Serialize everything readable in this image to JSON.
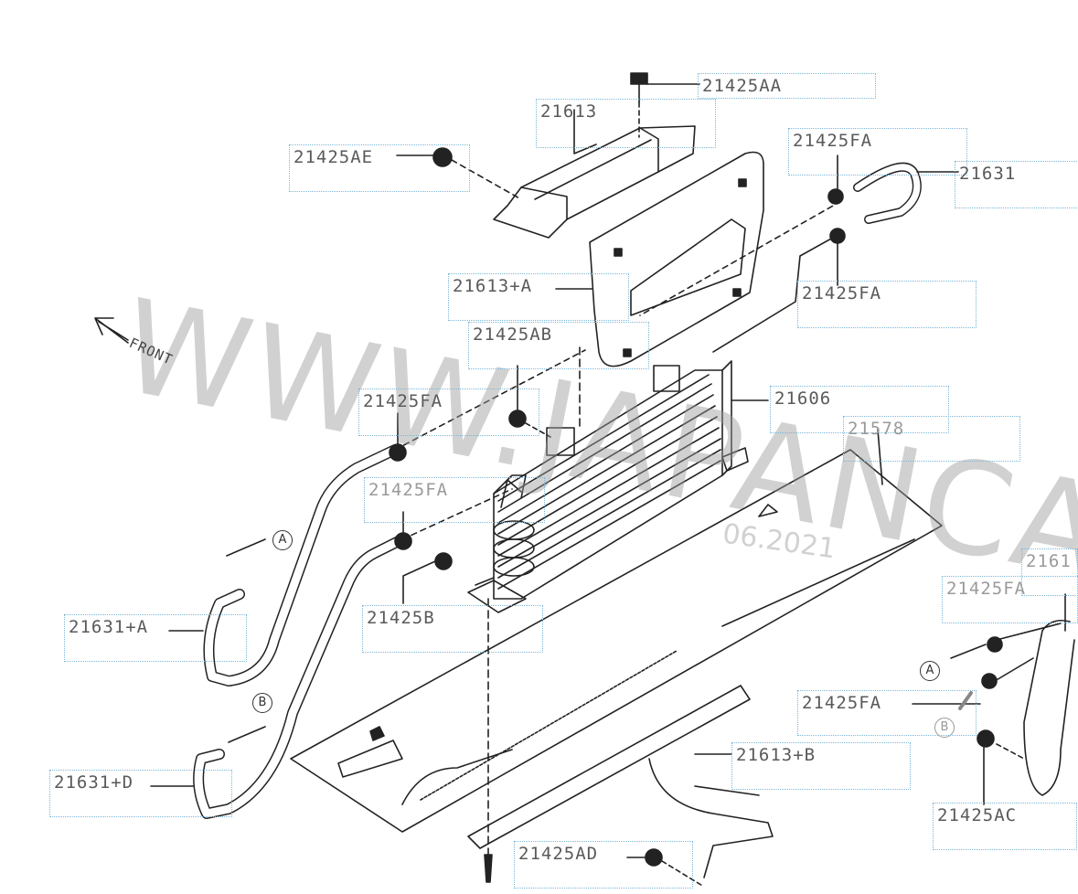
{
  "diagram": {
    "front_label": "FRONT",
    "watermark_text": "WWW.JAPANCAR",
    "watermark_stamp": "06.2021",
    "ref_markers": [
      "A",
      "A",
      "B",
      "B"
    ],
    "callouts": {
      "c21425AA": "21425AA",
      "c21613": "21613",
      "c21425AE": "21425AE",
      "c21425FA_top": "21425FA",
      "c21631": "21631",
      "c21613A": "21613+A",
      "c21425FA_right": "21425FA",
      "c21425AB": "21425AB",
      "c21425FA_left": "21425FA",
      "c21606": "21606",
      "c21578": "21578",
      "c21425FA_mid": "21425FA",
      "c21425B": "21425B",
      "c21631A": "21631+A",
      "c21425FA_far": "21425FA",
      "c2161x": "2161",
      "c21425FA_low": "21425FA",
      "c21613B": "21613+B",
      "c21631D": "21631+D",
      "c21425AC": "21425AC",
      "c21425AD": "21425AD"
    }
  }
}
